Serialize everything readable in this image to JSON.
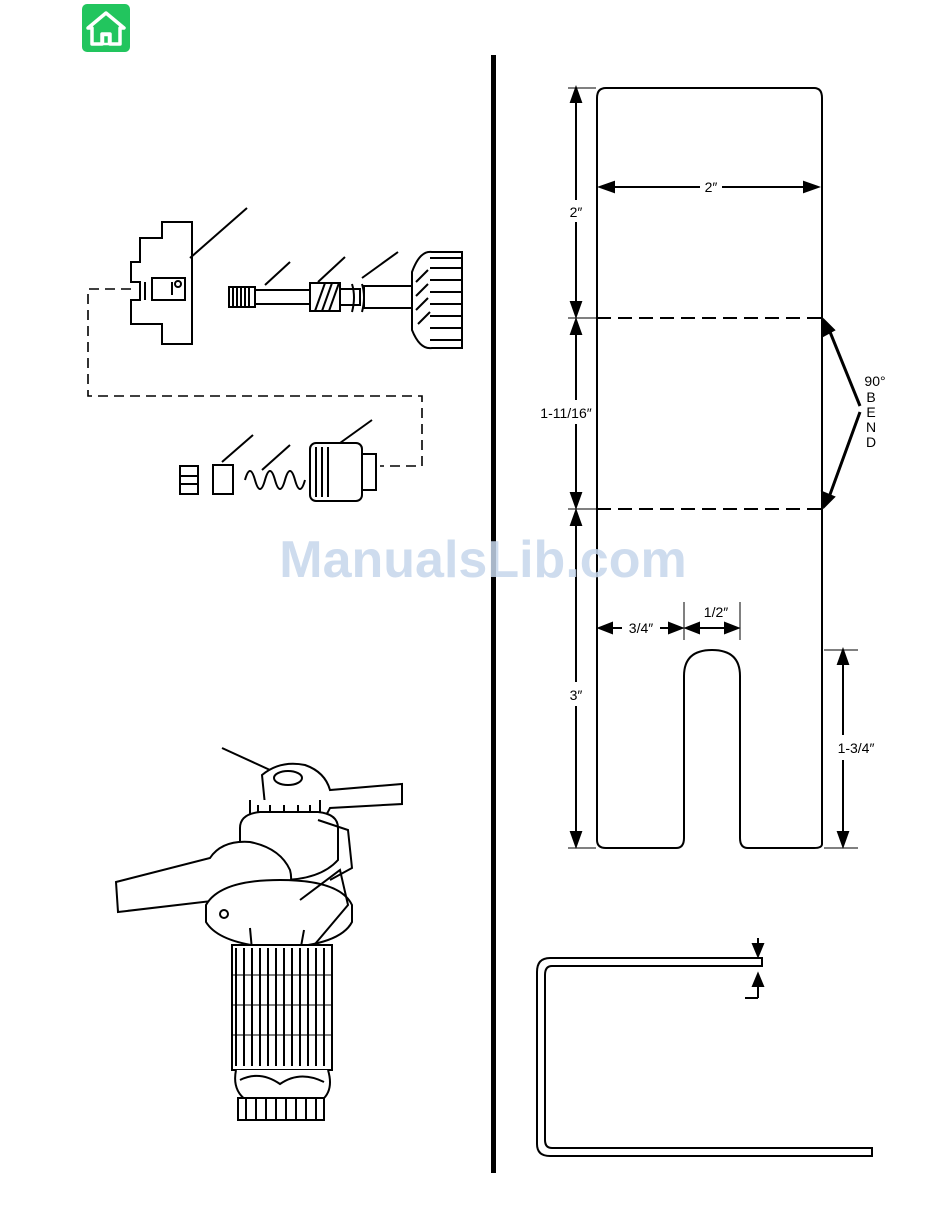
{
  "colors": {
    "home_button": "#22c55e",
    "ink": "#000000",
    "watermark": "#c6d6ec"
  },
  "icons": {
    "home": "home-icon"
  },
  "watermark": "ManualsLib.com",
  "template": {
    "dim_width": "2″",
    "dim_top": "2″",
    "dim_middle": "1-11/16″",
    "dim_bottom": "3″",
    "dim_slot_offset": "3/4″",
    "dim_slot_width": "1/2″",
    "dim_slot_depth": "1-3/4″",
    "bend_angle": "90°",
    "bend_letters": [
      "B",
      "E",
      "N",
      "D"
    ]
  }
}
